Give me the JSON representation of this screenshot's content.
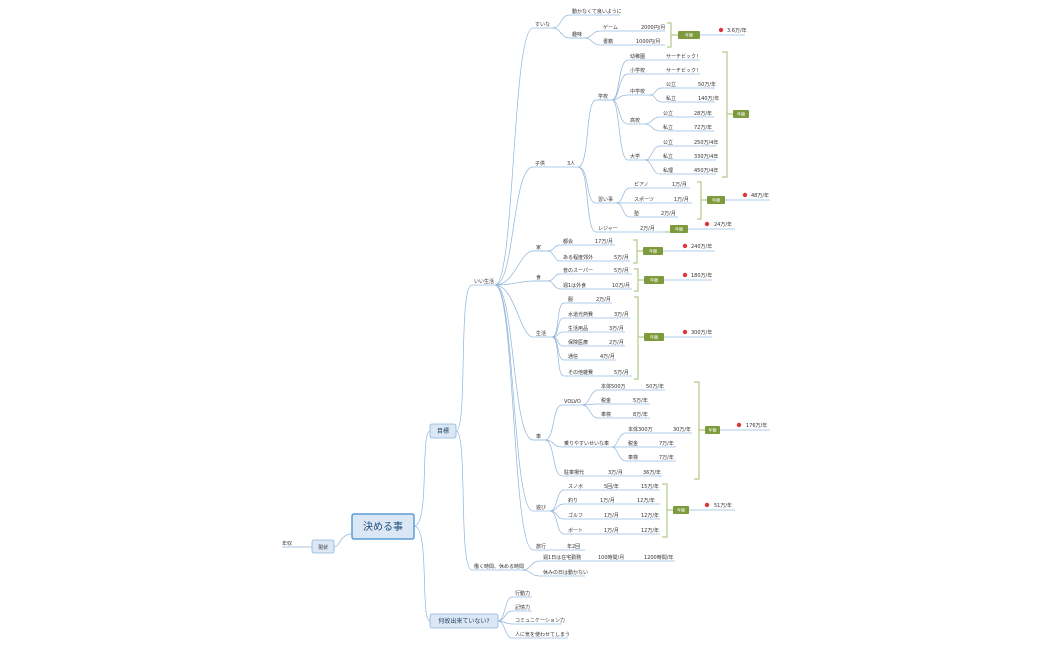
{
  "root": "決める事",
  "genjo": "現状",
  "nenshu": "年収",
  "mokuhyo": "目標",
  "kakutoku": "何故出来ていない?",
  "skills": [
    "行動力",
    "記憶力",
    "コミュニケーション力",
    "人に気を使わせてしまう"
  ],
  "sukina": "すいな",
  "ugokanai": "動かなくて良いように",
  "shumi": "趣味",
  "game": "ゲーム",
  "game_cost": "2000円/月",
  "shoseki": "書籍",
  "shoseki_cost": "1000円/月",
  "shumi_sum": "3.6万/年",
  "kodomo": "子供",
  "kodomo_n": "3人",
  "gakko": "学校",
  "youchien": "幼稚園",
  "shogakko": "小学校",
  "chugakko": "中学校",
  "koko": "高校",
  "daigaku": "大学",
  "research": "サーチビック！",
  "kouritsu": "公立",
  "shiritsu": "私立",
  "kokuritsu": "私理",
  "chu_pub": "50万/年",
  "chu_pri": "140万/年",
  "ko_pub": "28万/年",
  "ko_pri": "72万/年",
  "dai_pub": "250万/4年",
  "dai_pri": "330万/4年",
  "dai_sci": "450万/4年",
  "naraigoto": "習い事",
  "piano": "ピアノ",
  "piano_cost": "1万/月",
  "sports": "スポーツ",
  "sports_cost": "1万/月",
  "juku": "塾",
  "juku_cost": "2万/月",
  "narai_sum": "48万/年",
  "leisure": "レジャー",
  "leisure_cost": "2万/月",
  "leisure_sum": "24万/年",
  "iikurashi": "いい生活",
  "ie": "家",
  "tokai": "都会",
  "tokai_cost": "17万/月",
  "aru": "ある程度郊外",
  "aru_cost": "5万/月",
  "ie_sum": "240万/年",
  "shoku": "食",
  "super": "普のスーパー",
  "super_cost": "5万/月",
  "gaishoku": "週1は外食",
  "gaishoku_cost": "10万/月",
  "shoku_sum": "180万/年",
  "seikatsu": "生活",
  "fuku": "服",
  "fuku_cost": "2万/月",
  "suido": "水道光熱費",
  "suido_cost": "3万/月",
  "tsushin": "生活用品",
  "tsushin_cost": "3万/月",
  "hoken": "保険医療",
  "hoken_cost": "2万/月",
  "tsukin": "通信",
  "tsukin_cost": "4万/月",
  "sonota": "その他雑費",
  "sonota_cost": "5万/月",
  "seikatsu_sum": "300万/年",
  "kuruma": "車",
  "volvo": "VOLVO",
  "volvo_honta": "本体500万",
  "volvo_honta_cost": "50万/年",
  "volvo_zei": "税金",
  "volvo_zei_cost": "5万/年",
  "volvo_sha": "車検",
  "volvo_sha_cost": "8万/年",
  "family_car": "乗りやすいせいな車",
  "fam_honta": "本体300万",
  "fam_honta_cost": "30万/年",
  "fam_zei": "税金",
  "fam_zei_cost": "7万/年",
  "fam_sha": "車検",
  "fam_sha_cost": "7万/年",
  "fam_gas": "駐車場代",
  "fam_gas_cost": "3万/月",
  "fam_gas_year": "36万/年",
  "kuruma_sum": "176万/年",
  "asobi": "遊び",
  "sumaho": "スノボ",
  "sumaho_cost": "5回/年",
  "sumaho_year": "15万/年",
  "tsuri": "釣り",
  "tsuri_cost": "1万/月",
  "tsuri_year": "12万/年",
  "golf": "ゴルフ",
  "golf_cost": "1万/月",
  "golf_year": "12万/年",
  "boat": "ボート",
  "boat_cost": "1万/月",
  "boat_year": "12万/年",
  "asobi_sum": "51万/年",
  "ryoko": "旅行",
  "ryoko_cost": "年2回",
  "hataraki": "働く時間、休める時間",
  "shu": "週1日は在宅勤務",
  "shu_cost": "100時間/月",
  "shu_year": "1200時間/年",
  "yasumi": "休みの日は動かない",
  "tags": {
    "shumi": "年額",
    "gakko": "年額",
    "narai": "年額",
    "leisure": "年額",
    "ie": "年額",
    "shoku": "年額",
    "seikatsu": "年額",
    "kuruma": "年額",
    "asobi": "年額"
  },
  "colors": {
    "edge": "#8fb4da",
    "node": "#dbe7f5",
    "accent": "#7d9a3c",
    "dot": "#e0333a"
  }
}
